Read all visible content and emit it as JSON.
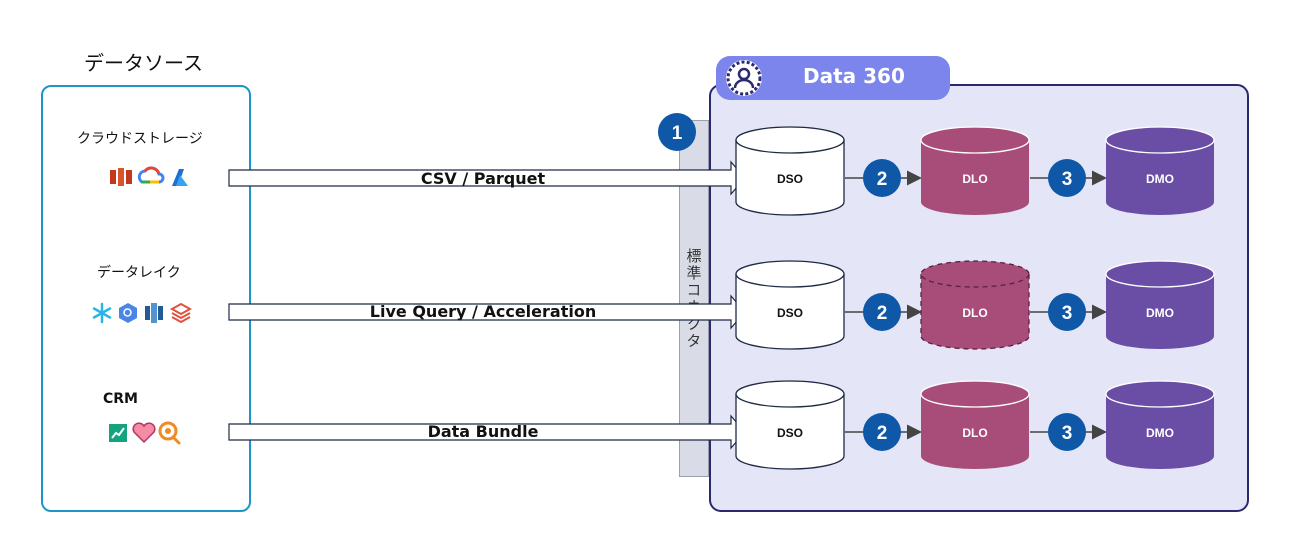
{
  "data_sources": {
    "title": "データソース",
    "categories": [
      {
        "label": "クラウドストレージ",
        "icons": [
          "aws-s3-icon",
          "google-cloud-icon",
          "azure-icon"
        ]
      },
      {
        "label": "データレイク",
        "icons": [
          "snowflake-icon",
          "bigquery-icon",
          "redshift-icon",
          "databricks-icon"
        ]
      },
      {
        "label": "CRM",
        "icons": [
          "analytics-icon",
          "heart-icon",
          "search-analytics-icon"
        ]
      }
    ]
  },
  "arrows": [
    {
      "label": "CSV / Parquet"
    },
    {
      "label": "Live Query / Acceleration"
    },
    {
      "label": "Data Bundle"
    }
  ],
  "connector": {
    "label": "標準コネクタ",
    "step": "1"
  },
  "platform": {
    "title": "Data 360"
  },
  "rows": [
    {
      "dso": "DSO",
      "step2": "2",
      "dlo": "DLO",
      "dlo_style": "solid",
      "step3": "3",
      "dmo": "DMO"
    },
    {
      "dso": "DSO",
      "step2": "2",
      "dlo": "DLO",
      "dlo_style": "dashed",
      "step3": "3",
      "dmo": "DMO"
    },
    {
      "dso": "DSO",
      "step2": "2",
      "dlo": "DLO",
      "dlo_style": "solid",
      "step3": "3",
      "dmo": "DMO"
    }
  ],
  "colors": {
    "dso_fill": "#ffffff",
    "dlo_fill": "#a84d7a",
    "dmo_fill": "#6a4ea5",
    "step_circle": "#0f58a8",
    "platform_header": "#7b85ec",
    "platform_bg": "#e4e6f7",
    "source_border": "#1b96c9"
  }
}
